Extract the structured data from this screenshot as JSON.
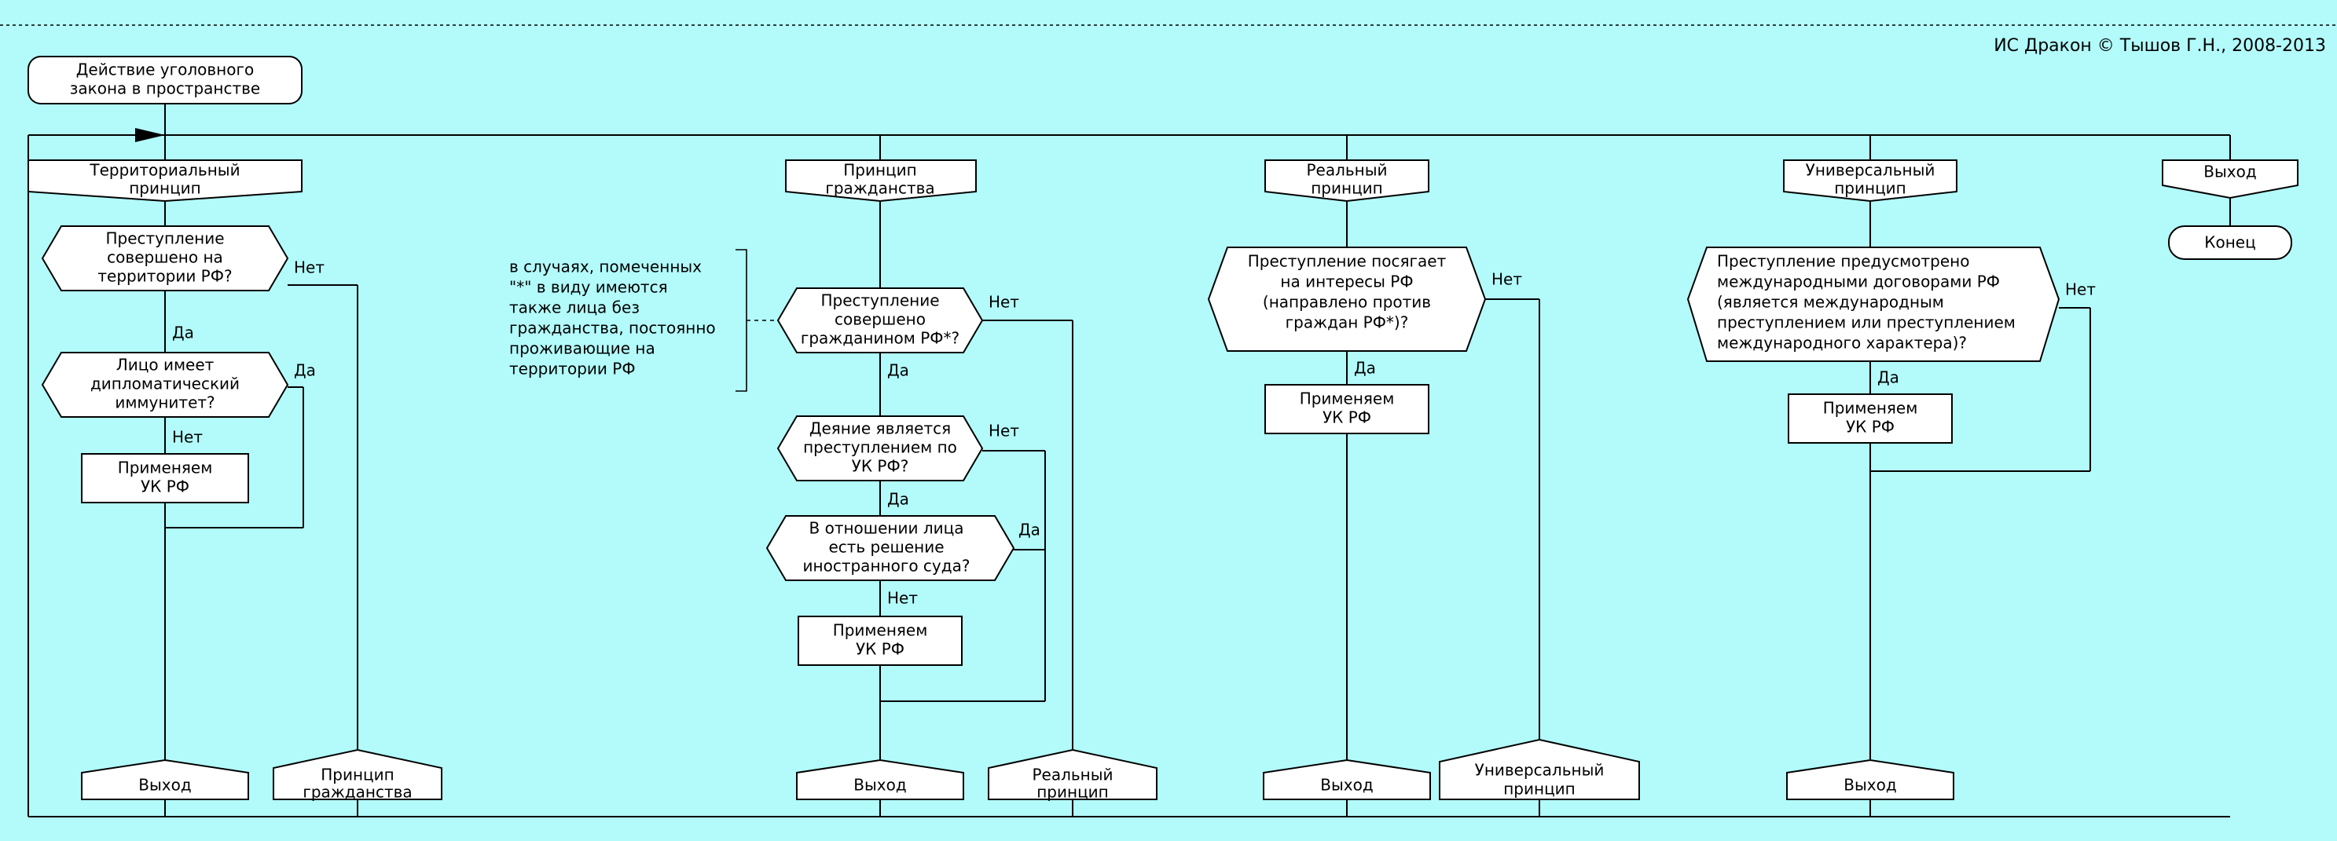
{
  "header": {
    "credit": "ИС Дракон © Тышов Г.Н., 2008-2013"
  },
  "diagram": {
    "title": "Действие уголовного закона в пространстве",
    "end_label": "Конец",
    "note": [
      "в случаях, помеченных",
      "\"*\" в виду имеются",
      "также лица без",
      "гражданства, постоянно",
      "проживающие на",
      "территории РФ"
    ],
    "labels": {
      "yes": "Да",
      "no": "Нет"
    },
    "branches": [
      {
        "id": "territorial",
        "head": [
          "Территориальный",
          "принцип"
        ],
        "nodes": [
          {
            "kind": "question",
            "text": [
              "Преступление",
              "совершено на",
              "территории РФ?"
            ],
            "yes": "Да",
            "no": "Нет"
          },
          {
            "kind": "question",
            "text": [
              "Лицо имеет",
              "дипломатический",
              "иммунитет?"
            ],
            "yes": "Да",
            "no": "Нет"
          },
          {
            "kind": "action",
            "text": [
              "Применяем",
              "УК РФ"
            ]
          }
        ],
        "exits": [
          {
            "kind": "exit",
            "text": [
              "Выход"
            ]
          },
          {
            "kind": "exit",
            "text": [
              "Принцип",
              "гражданства"
            ]
          }
        ]
      },
      {
        "id": "citizenship",
        "head": [
          "Принцип",
          "гражданства"
        ],
        "nodes": [
          {
            "kind": "question",
            "text": [
              "Преступление",
              "совершено",
              "гражданином РФ*?"
            ],
            "yes": "Да",
            "no": "Нет"
          },
          {
            "kind": "question",
            "text": [
              "Деяние является",
              "преступлением по",
              "УК РФ?"
            ],
            "yes": "Да",
            "no": "Нет"
          },
          {
            "kind": "question",
            "text": [
              "В отношении лица",
              "есть решение",
              "иностранного суда?"
            ],
            "yes": "Да",
            "no": "Нет"
          },
          {
            "kind": "action",
            "text": [
              "Применяем",
              "УК РФ"
            ]
          }
        ],
        "exits": [
          {
            "kind": "exit",
            "text": [
              "Выход"
            ]
          },
          {
            "kind": "exit",
            "text": [
              "Реальный",
              "принцип"
            ]
          }
        ]
      },
      {
        "id": "real",
        "head": [
          "Реальный",
          "принцип"
        ],
        "nodes": [
          {
            "kind": "question",
            "text": [
              "Преступление посягает",
              "на интересы РФ",
              "(направлено против",
              "граждан РФ*)?"
            ],
            "yes": "Да",
            "no": "Нет"
          },
          {
            "kind": "action",
            "text": [
              "Применяем",
              "УК РФ"
            ]
          }
        ],
        "exits": [
          {
            "kind": "exit",
            "text": [
              "Выход"
            ]
          },
          {
            "kind": "exit",
            "text": [
              "Универсальный",
              "принцип"
            ]
          }
        ]
      },
      {
        "id": "universal",
        "head": [
          "Универсальный",
          "принцип"
        ],
        "nodes": [
          {
            "kind": "question",
            "text": [
              "Преступление предусмотрено",
              "международными договорами РФ",
              "(является международным",
              "преступлением или преступлением",
              "международного характера)?"
            ],
            "yes": "Да",
            "no": "Нет"
          },
          {
            "kind": "action",
            "text": [
              "Применяем",
              "УК РФ"
            ]
          }
        ],
        "exits": [
          {
            "kind": "exit",
            "text": [
              "Выход"
            ]
          }
        ]
      },
      {
        "id": "finish",
        "head": [
          "Выход"
        ],
        "nodes": [],
        "exits": []
      }
    ]
  },
  "colors": {
    "background": "#b3fbfb",
    "shape_fill": "#ffffff",
    "stroke": "#000000"
  }
}
